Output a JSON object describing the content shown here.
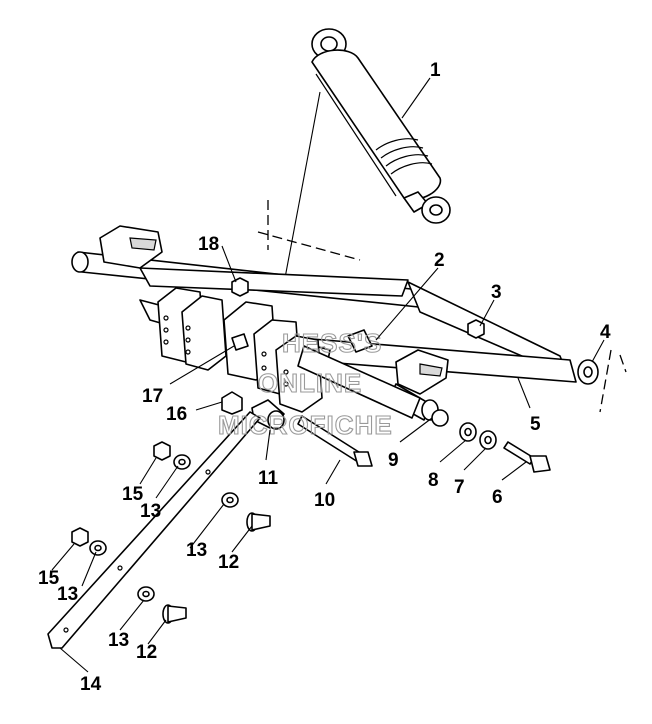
{
  "watermark": {
    "line1": "HESS'S",
    "line2": "ONLINE",
    "line3": "MICROFICHE"
  },
  "callouts": [
    {
      "id": "c1",
      "label": "1"
    },
    {
      "id": "c2",
      "label": "2"
    },
    {
      "id": "c3",
      "label": "3"
    },
    {
      "id": "c4",
      "label": "4"
    },
    {
      "id": "c5",
      "label": "5"
    },
    {
      "id": "c6",
      "label": "6"
    },
    {
      "id": "c7",
      "label": "7"
    },
    {
      "id": "c8",
      "label": "8"
    },
    {
      "id": "c9",
      "label": "9"
    },
    {
      "id": "c10",
      "label": "10"
    },
    {
      "id": "c11",
      "label": "11"
    },
    {
      "id": "c12a",
      "label": "12"
    },
    {
      "id": "c12b",
      "label": "12"
    },
    {
      "id": "c13a",
      "label": "13"
    },
    {
      "id": "c13b",
      "label": "13"
    },
    {
      "id": "c13c",
      "label": "13"
    },
    {
      "id": "c13d",
      "label": "13"
    },
    {
      "id": "c14",
      "label": "14"
    },
    {
      "id": "c15a",
      "label": "15"
    },
    {
      "id": "c15b",
      "label": "15"
    },
    {
      "id": "c16",
      "label": "16"
    },
    {
      "id": "c17",
      "label": "17"
    },
    {
      "id": "c18",
      "label": "18"
    }
  ]
}
